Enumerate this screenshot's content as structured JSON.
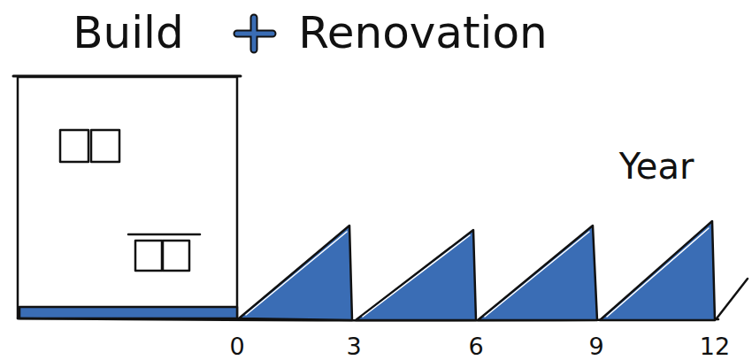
{
  "diagram": {
    "labels": [
      "Build",
      "Renovation",
      "Year",
      "0",
      "3",
      "6",
      "9",
      "12"
    ]
  }
}
